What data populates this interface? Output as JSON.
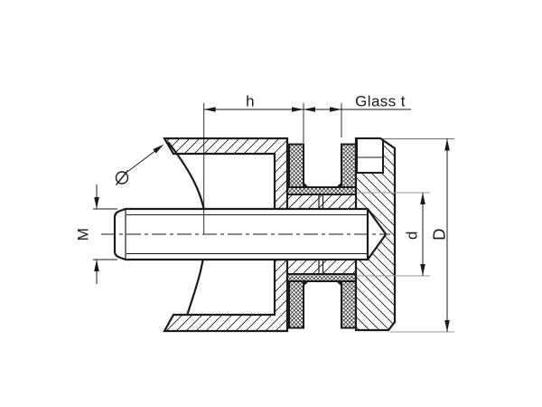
{
  "drawing": {
    "type": "technical-section-drawing",
    "subject": "glass clamp adapter for round tube, cross-section with threaded stud",
    "background_color": "#ffffff",
    "line_color": "#1a1a1a",
    "aux_line_color": "#9a9a9a",
    "labels": {
      "h": "h",
      "glass_thickness": "Glass t",
      "thread_size": "M",
      "inner_diameter": "d",
      "outer_diameter": "D",
      "diameter_symbol": "⌀"
    }
  }
}
